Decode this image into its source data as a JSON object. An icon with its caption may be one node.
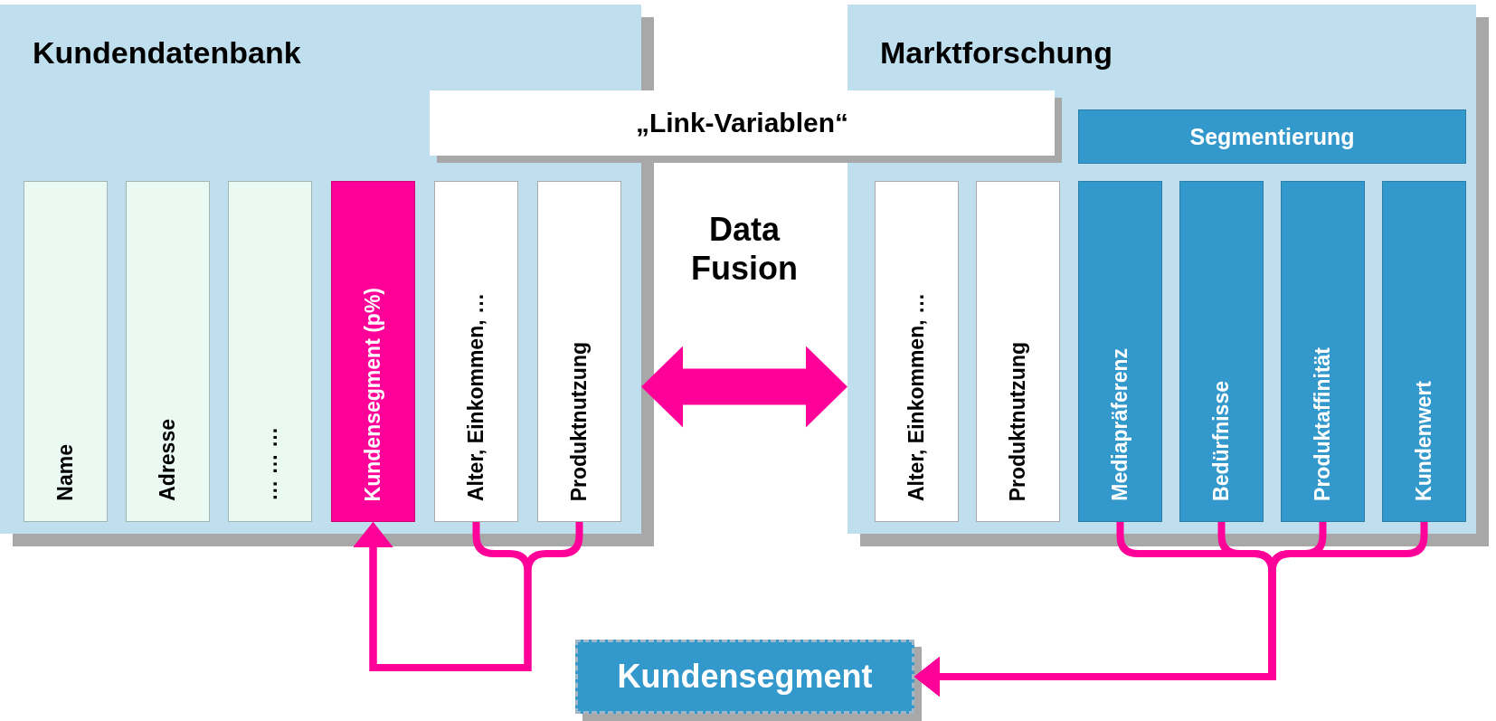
{
  "diagram": {
    "nodes": [
      {
        "text": [
          "Kundendatenbank"
        ]
      },
      {
        "text": [
          "Name"
        ],
        "in": 0
      },
      {
        "text": [
          "… … …"
        ],
        "in": 0
      },
      {
        "text": [
          "Adresse"
        ],
        "in": 0
      },
      {
        "text": [
          "Kundensegment (p%)"
        ],
        "in": 0
      },
      {
        "text": [
          "Alter, Einkommen, …"
        ],
        "in": 0
      },
      {
        "text": [
          "Produktnutzung"
        ],
        "in": 0
      },
      {
        "text": [
          "Marktforschung"
        ]
      },
      {
        "text": [
          "Segmentierung"
        ],
        "in": 7
      },
      {
        "text": [
          "Alter, Einkommen, …"
        ],
        "in": 7
      },
      {
        "text": [
          "Produktnutzung"
        ],
        "in": 7
      },
      {
        "text": [
          "Mediapräferenz"
        ],
        "in": 7
      },
      {
        "text": [
          "Bedürfnisse"
        ],
        "in": 7
      },
      {
        "text": [
          "Produktaffinität"
        ],
        "in": 7
      },
      {
        "text": [
          "Kundenwert"
        ],
        "in": 7
      },
      {
        "text": [
          "„Link-Variablen“"
        ]
      },
      {
        "text": [
          "Kundensegment"
        ]
      }
    ],
    "edges": [
      {
        "from": 0,
        "to": 7,
        "arrow": "both",
        "style": "thick",
        "label": "Data Fusion"
      },
      {
        "from": 5,
        "to": 4,
        "arrow": "to"
      },
      {
        "from": 6,
        "to": 4,
        "arrow": "to"
      },
      {
        "from": 11,
        "to": 16,
        "arrow": "to"
      },
      {
        "from": 12,
        "to": 16,
        "arrow": "to"
      },
      {
        "from": 13,
        "to": 16,
        "arrow": "to"
      },
      {
        "from": 14,
        "to": 16,
        "arrow": "to"
      }
    ]
  }
}
